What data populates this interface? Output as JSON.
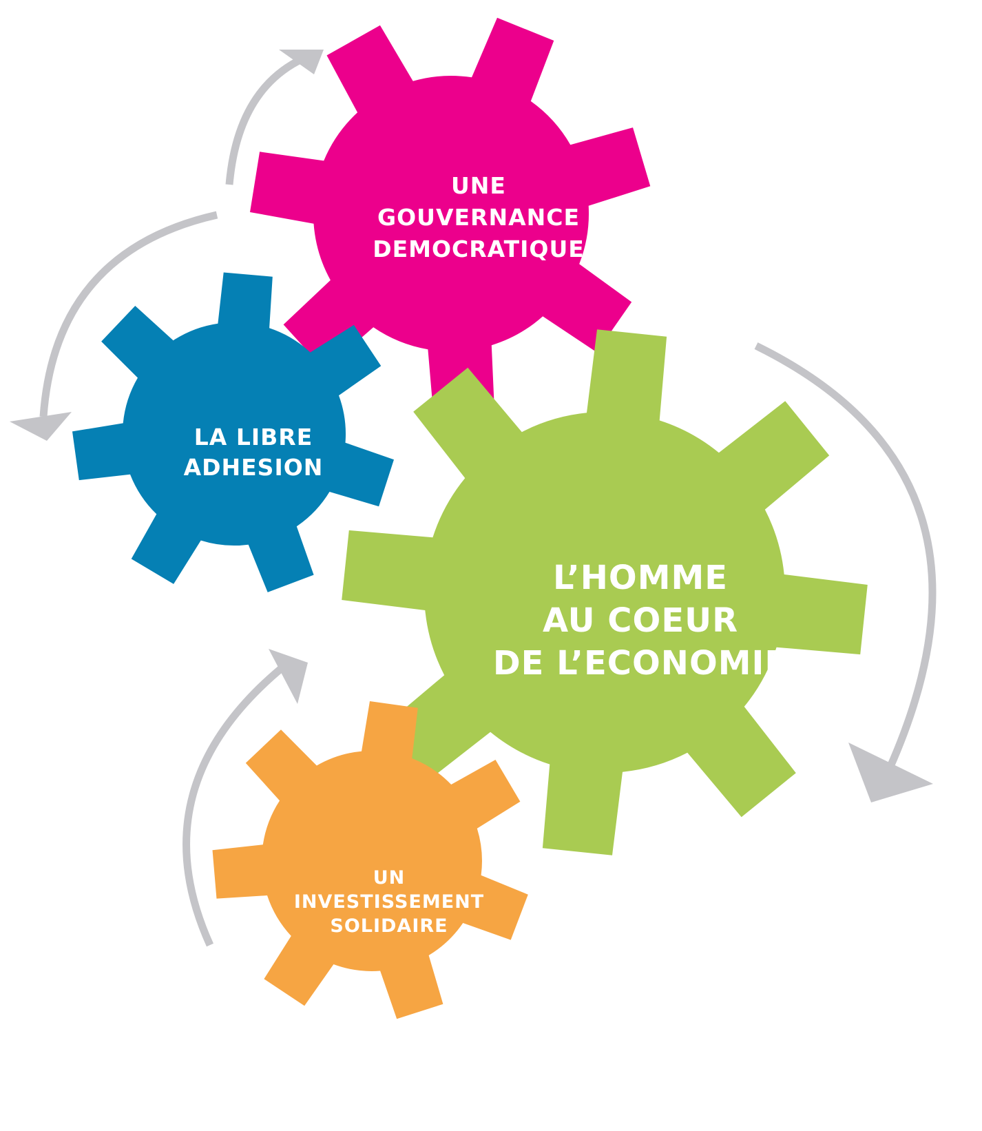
{
  "colors": {
    "pink": "#EC008C",
    "blue": "#0580B4",
    "green": "#A9CB52",
    "orange": "#F6A543",
    "arrow": "#C4C4C8"
  },
  "gears": {
    "pink": {
      "lines": [
        "UNE",
        "GOUVERNANCE",
        "DEMOCRATIQUE"
      ]
    },
    "blue": {
      "lines": [
        "LA LIBRE",
        "ADHESION"
      ]
    },
    "green": {
      "lines": [
        "L’HOMME",
        "AU COEUR",
        "DE L’ECONOMIE"
      ]
    },
    "orange": {
      "lines": [
        "UN",
        "INVESTISSEMENT",
        "SOLIDAIRE"
      ]
    }
  }
}
